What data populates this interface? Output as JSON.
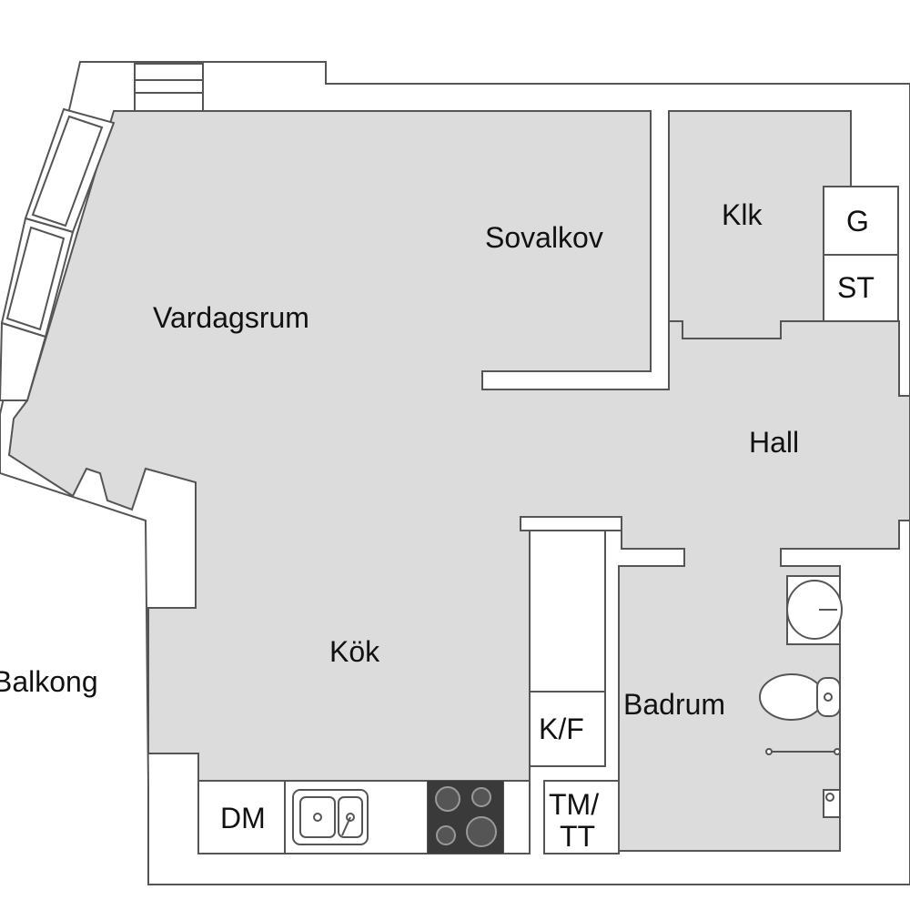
{
  "plan": {
    "colors": {
      "wall": "#777777",
      "floor": "#dcdcdc",
      "background": "#ffffff",
      "line": "#555555",
      "stove": "#3a3a3a"
    },
    "rooms": {
      "vardagsrum": "Vardagsrum",
      "sovalkov": "Sovalkov",
      "klk": "Klk",
      "hall": "Hall",
      "kok": "Kök",
      "balkong": "Balkong",
      "badrum": "Badrum"
    },
    "fixtures": {
      "g": "G",
      "st": "ST",
      "dm": "DM",
      "kf": "K/F",
      "tm_line1": "TM/",
      "tm_line2": "TT"
    },
    "icons": [
      "sink-icon",
      "stove-icon",
      "washbasin-icon",
      "toilet-icon",
      "shower-icon"
    ]
  }
}
